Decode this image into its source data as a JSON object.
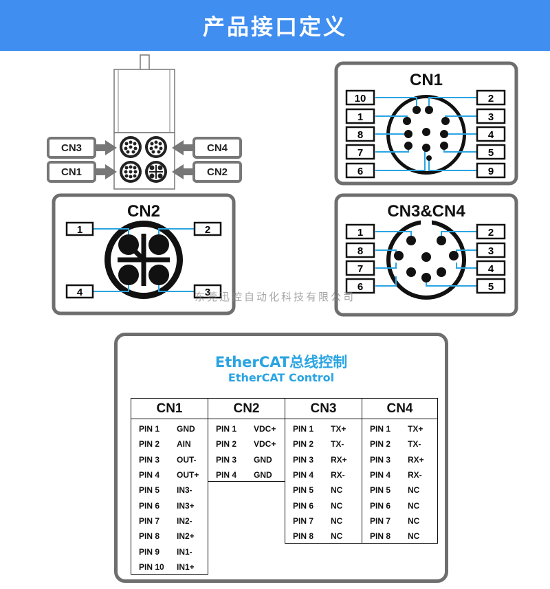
{
  "banner": {
    "title": "产品接口定义"
  },
  "watermark": "东莞迅控自动化科技有限公司",
  "motor_labels": {
    "cn3": "CN3",
    "cn4": "CN4",
    "cn1": "CN1",
    "cn2": "CN2"
  },
  "cn1_diagram": {
    "title": "CN1",
    "left_pins": [
      "10",
      "1",
      "8",
      "7",
      "6"
    ],
    "right_pins": [
      "2",
      "3",
      "4",
      "5",
      "9"
    ]
  },
  "cn2_diagram": {
    "title": "CN2",
    "pins": [
      "1",
      "2",
      "4",
      "3"
    ]
  },
  "cn34_diagram": {
    "title": "CN3&CN4",
    "left_pins": [
      "1",
      "8",
      "7",
      "6"
    ],
    "right_pins": [
      "2",
      "3",
      "4",
      "5"
    ]
  },
  "control": {
    "title_zh": "EtherCAT总线控制",
    "title_en": "EtherCAT Control",
    "tables": [
      {
        "name": "CN1",
        "rows": [
          [
            "PIN 1",
            "GND"
          ],
          [
            "PIN 2",
            "AIN"
          ],
          [
            "PIN 3",
            "OUT-"
          ],
          [
            "PIN 4",
            "OUT+"
          ],
          [
            "PIN 5",
            "IN3-"
          ],
          [
            "PIN 6",
            "IN3+"
          ],
          [
            "PIN 7",
            "IN2-"
          ],
          [
            "PIN 8",
            "IN2+"
          ],
          [
            "PIN 9",
            "IN1-"
          ],
          [
            "PIN 10",
            "IN1+"
          ]
        ]
      },
      {
        "name": "CN2",
        "rows": [
          [
            "PIN 1",
            "VDC+"
          ],
          [
            "PIN 2",
            "VDC+"
          ],
          [
            "PIN 3",
            "GND"
          ],
          [
            "PIN 4",
            "GND"
          ]
        ]
      },
      {
        "name": "CN3",
        "rows": [
          [
            "PIN 1",
            "TX+"
          ],
          [
            "PIN 2",
            "TX-"
          ],
          [
            "PIN 3",
            "RX+"
          ],
          [
            "PIN 4",
            "RX-"
          ],
          [
            "PIN 5",
            "NC"
          ],
          [
            "PIN 6",
            "NC"
          ],
          [
            "PIN 7",
            "NC"
          ],
          [
            "PIN 8",
            "NC"
          ]
        ]
      },
      {
        "name": "CN4",
        "rows": [
          [
            "PIN 1",
            "TX+"
          ],
          [
            "PIN 2",
            "TX-"
          ],
          [
            "PIN 3",
            "RX+"
          ],
          [
            "PIN 4",
            "RX-"
          ],
          [
            "PIN 5",
            "NC"
          ],
          [
            "PIN 6",
            "NC"
          ],
          [
            "PIN 7",
            "NC"
          ],
          [
            "PIN 8",
            "NC"
          ]
        ]
      }
    ]
  },
  "colors": {
    "banner": "#3f8ef0",
    "wire": "#2aa4e2",
    "panel_border": "#6e6e6e",
    "title_accent": "#2aa4e2"
  }
}
